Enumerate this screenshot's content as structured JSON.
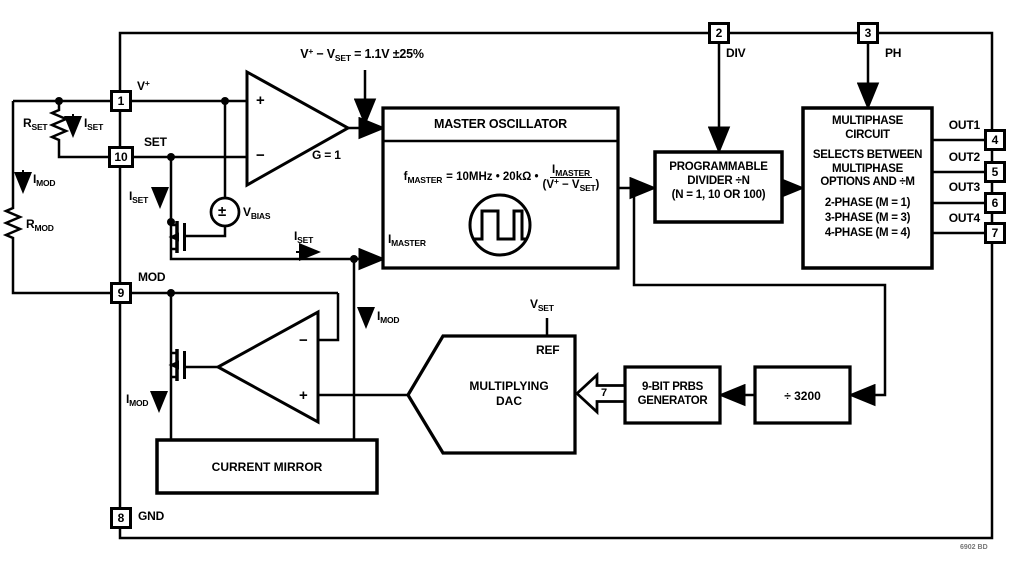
{
  "colors": {
    "ink": "#000000",
    "faint": "#777777"
  },
  "pins": {
    "p1": "1",
    "p10": "10",
    "p9": "9",
    "p8": "8",
    "p2": "2",
    "p3": "3",
    "p4": "4",
    "p5": "5",
    "p6": "6",
    "p7": "7"
  },
  "pin_labels": {
    "vplus_base": "V",
    "vplus_sup": "+",
    "set": "SET",
    "mod": "MOD",
    "gnd": "GND",
    "div": "DIV",
    "ph": "PH",
    "out1": "OUT1",
    "out2": "OUT2",
    "out3": "OUT3",
    "out4": "OUT4"
  },
  "external": {
    "rset_base": "R",
    "rset_sub": "SET",
    "rmod_base": "R",
    "rmod_sub": "MOD",
    "iset_base": "I",
    "iset_sub": "SET",
    "imod_base": "I",
    "imod_sub": "MOD"
  },
  "annotation": {
    "a": "V",
    "a_sup": "+",
    "b": " − V",
    "b_sub": "SET",
    "c": " = 1.1V ±25%"
  },
  "amp_top": {
    "plus": "+",
    "minus": "−",
    "gain": "G = 1"
  },
  "amp_bottom": {
    "plus": "+",
    "minus": "−"
  },
  "vbias": {
    "pm": "±",
    "base": "V",
    "sub": "BIAS"
  },
  "osc": {
    "title": "MASTER OSCILLATOR",
    "f_base": "f",
    "f_sub": "MASTER",
    "eq": "= 10MHz • 20kΩ •",
    "num_base": "I",
    "num_sub": "MASTER",
    "den_a": "(V",
    "den_sup": "+",
    "den_b": " − V",
    "den_sub": "SET",
    "den_c": ")",
    "imaster_base": "I",
    "imaster_sub": "MASTER"
  },
  "divider": {
    "l1": "PROGRAMMABLE",
    "l2": "DIVIDER ÷N",
    "l3": "(N = 1, 10 OR 100)"
  },
  "multiphase": {
    "t1": "MULTIPHASE",
    "t2": "CIRCUIT",
    "d1": "SELECTS BETWEEN",
    "d2": "MULTIPHASE",
    "d3": "OPTIONS AND ÷M",
    "o1": "2-PHASE (M = 1)",
    "o2": "3-PHASE (M = 3)",
    "o3": "4-PHASE (M = 4)"
  },
  "dac": {
    "l1": "MULTIPLYING",
    "l2": "DAC",
    "ref": "REF",
    "vset_base": "V",
    "vset_sub": "SET"
  },
  "prbs": {
    "l1": "9-BIT PRBS",
    "l2": "GENERATOR"
  },
  "div3200": {
    "label": "÷ 3200"
  },
  "bus": {
    "width": "7"
  },
  "mirror": {
    "label": "CURRENT MIRROR"
  },
  "footer": {
    "code": "6902 BD"
  }
}
